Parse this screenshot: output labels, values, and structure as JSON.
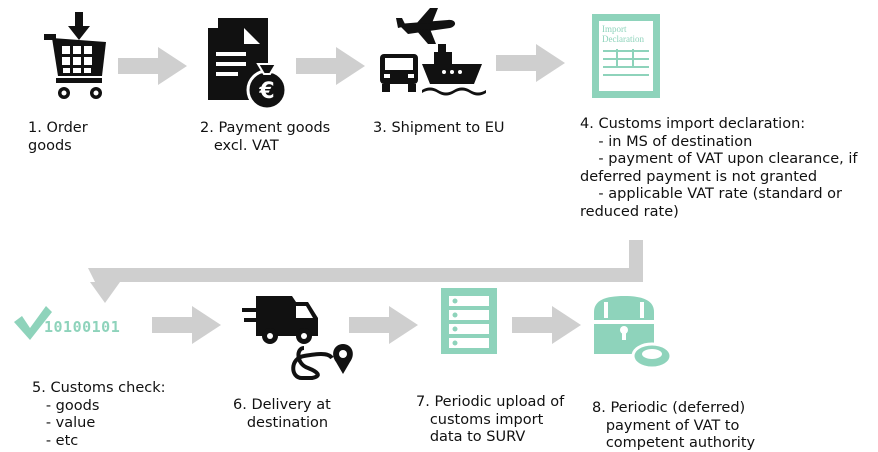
{
  "steps": [
    {
      "label": "1. Order\ngoods",
      "icon": "shopping-cart-icon"
    },
    {
      "label": "2. Payment goods\n   excl. VAT",
      "icon": "invoice-euro-icon"
    },
    {
      "label": "3. Shipment to EU",
      "icon": "plane-truck-ship-icon"
    },
    {
      "label": "4. Customs import declaration:\n    - in MS of destination\n    - payment of VAT upon clearance, if\ndeferred payment is not granted\n    - applicable VAT rate (standard or\nreduced rate)",
      "icon": "import-declaration-icon",
      "icon_text": "Import\nDeclaration"
    },
    {
      "label": "5. Customs check:\n   - goods\n   - value\n   - etc",
      "icon": "checkmark-binary-icon",
      "icon_text": "10100101"
    },
    {
      "label": "6. Delivery at\n   destination",
      "icon": "delivery-van-route-icon"
    },
    {
      "label": "7. Periodic upload of\n   customs import\n   data to SURV",
      "icon": "server-icon"
    },
    {
      "label": "8. Periodic (deferred)\n   payment of VAT to\n   competent authority",
      "icon": "treasure-chest-coin-icon"
    }
  ],
  "colors": {
    "black": "#111111",
    "teal": "#8ed3bb",
    "arrow": "#cfcfcf",
    "white": "#ffffff"
  }
}
